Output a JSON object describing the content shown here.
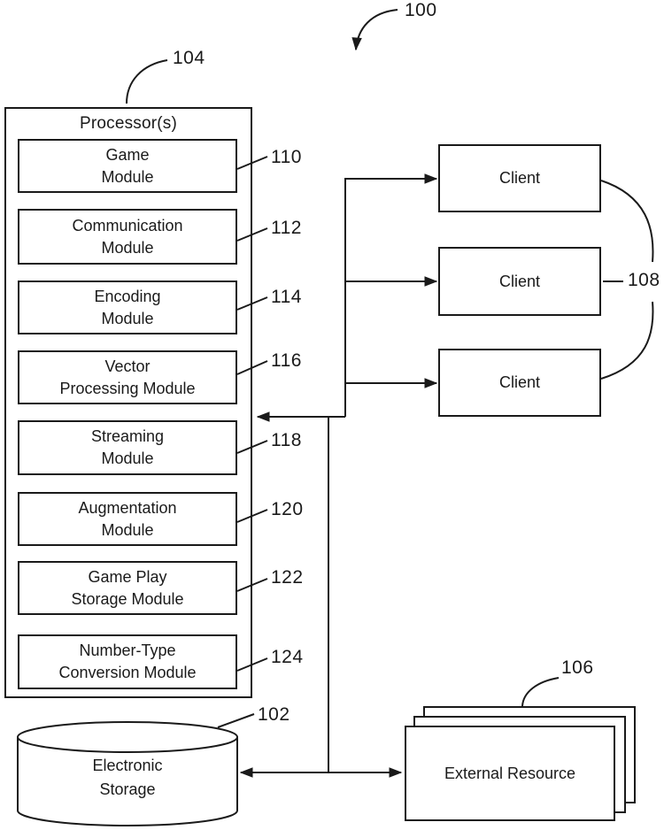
{
  "figure": {
    "system_ref": "100",
    "processor": {
      "ref": "104",
      "title": "Processor(s)",
      "modules": [
        {
          "ref": "110",
          "line1": "Game",
          "line2": "Module"
        },
        {
          "ref": "112",
          "line1": "Communication",
          "line2": "Module"
        },
        {
          "ref": "114",
          "line1": "Encoding",
          "line2": "Module"
        },
        {
          "ref": "116",
          "line1": "Vector",
          "line2": "Processing Module"
        },
        {
          "ref": "118",
          "line1": "Streaming",
          "line2": "Module"
        },
        {
          "ref": "120",
          "line1": "Augmentation",
          "line2": "Module"
        },
        {
          "ref": "122",
          "line1": "Game Play",
          "line2": "Storage Module"
        },
        {
          "ref": "124",
          "line1": "Number-Type",
          "line2": "Conversion Module"
        }
      ]
    },
    "clients": {
      "ref": "108",
      "items": [
        {
          "label": "Client"
        },
        {
          "label": "Client"
        },
        {
          "label": "Client"
        }
      ]
    },
    "storage": {
      "ref": "102",
      "line1": "Electronic",
      "line2": "Storage"
    },
    "external": {
      "ref": "106",
      "label": "External Resource"
    },
    "line_color": "#1a1a1a",
    "background_color": "#ffffff"
  }
}
